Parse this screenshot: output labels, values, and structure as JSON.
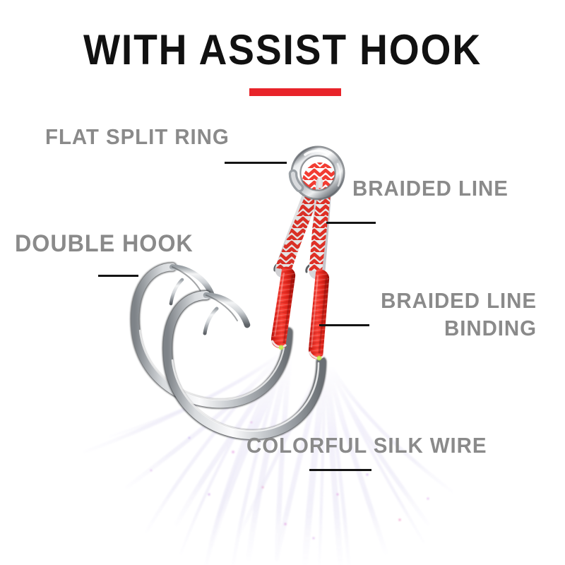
{
  "page": {
    "background": "#ffffff",
    "title": "WITH ASSIST HOOK",
    "title_color": "#111111",
    "accent_color": "#e8242a",
    "label_color": "#8a8a8a",
    "leader_color": "#141414"
  },
  "labels": {
    "split_ring": "FLAT SPLIT RING",
    "braided_line": "BRAIDED LINE",
    "double_hook": "DOUBLE HOOK",
    "braided_line_binding": "BRAIDED LINE\nBINDING",
    "braided_line_binding_line1": "BRAIDED LINE",
    "braided_line_binding_line2": "BINDING",
    "silk_wire": "COLORFUL SILK WIRE"
  },
  "product": {
    "name": "assist-hook",
    "parts": [
      {
        "id": "split-ring",
        "label": "FLAT SPLIT RING",
        "color": "#c9ccd1"
      },
      {
        "id": "braided-line",
        "label": "BRAIDED LINE",
        "color": "#ef3124"
      },
      {
        "id": "binding",
        "label": "BRAIDED LINE BINDING",
        "color": "#e32119"
      },
      {
        "id": "double-hook",
        "label": "DOUBLE HOOK",
        "color": "#b9bcc0"
      },
      {
        "id": "silk-wire",
        "label": "COLORFUL SILK WIRE",
        "color": "#f2f0fa"
      }
    ]
  }
}
